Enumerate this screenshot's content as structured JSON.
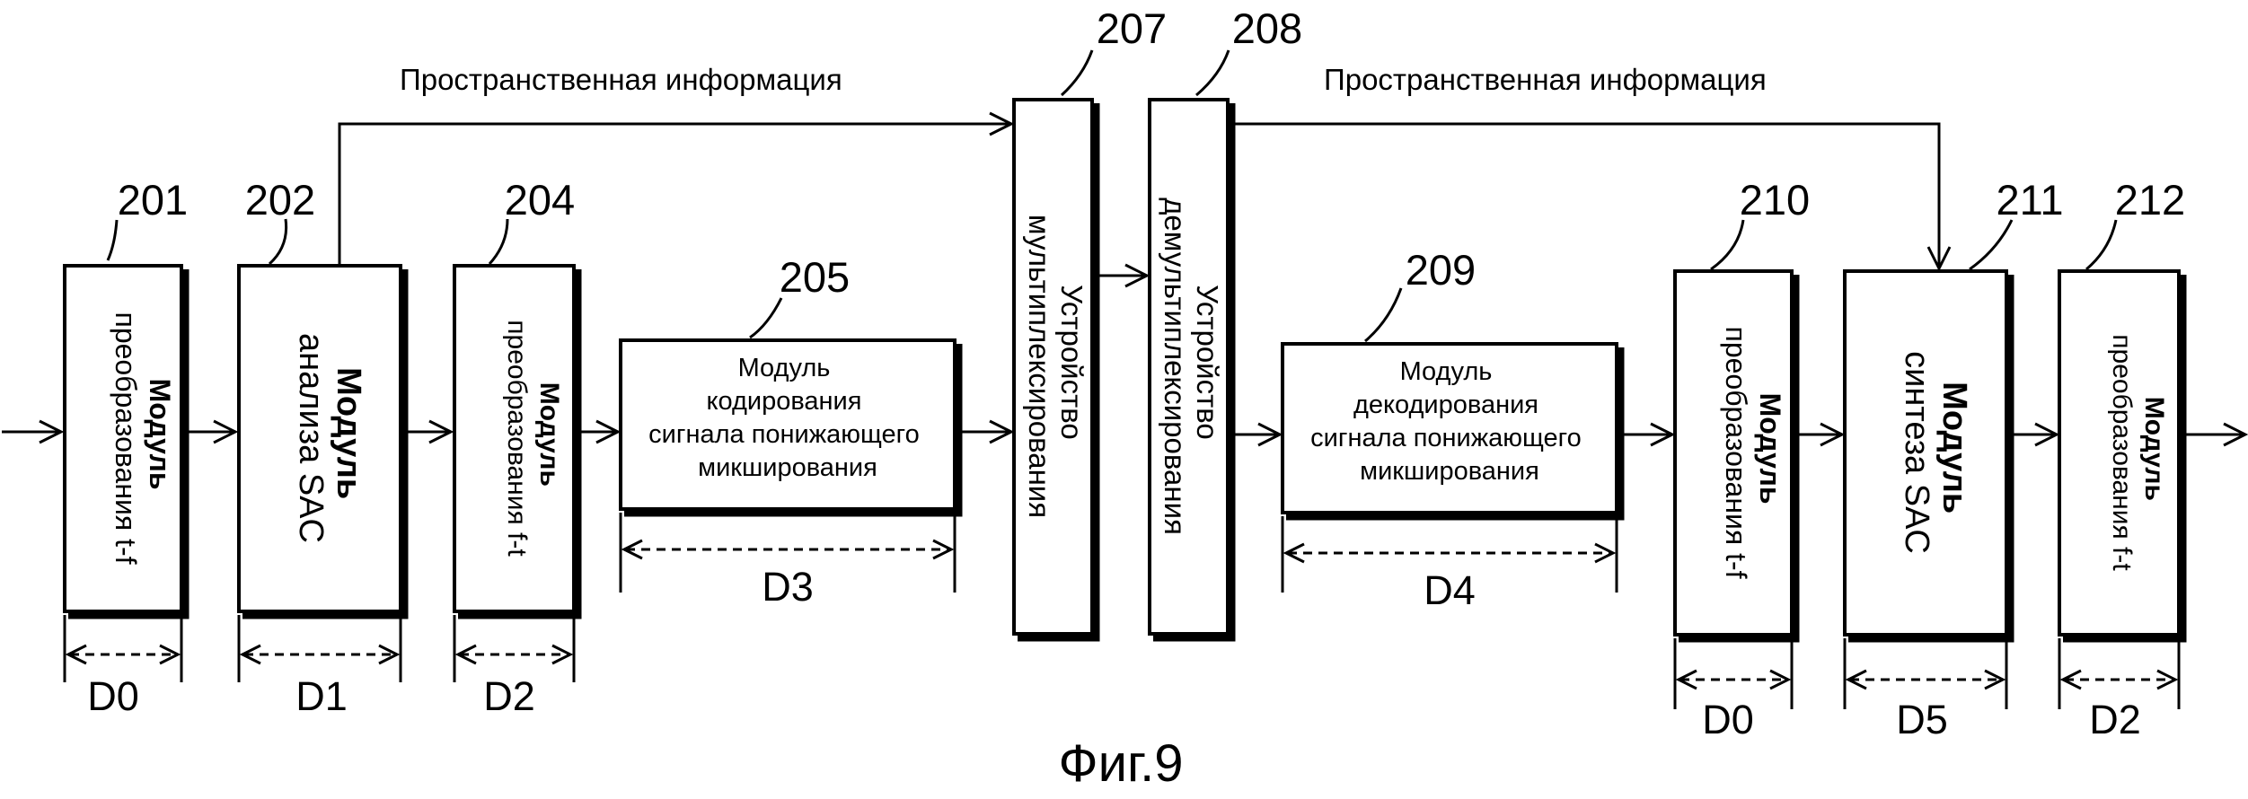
{
  "figure_caption": "Фиг.9",
  "spatial_info_label_left": "Пространственная информация",
  "spatial_info_label_right": "Пространственная информация",
  "blocks": {
    "b201": {
      "ref": "201",
      "lines": [
        "Модуль",
        "преобразования t-f"
      ]
    },
    "b202": {
      "ref": "202",
      "lines": [
        "Модуль",
        "анализа SAC"
      ]
    },
    "b204": {
      "ref": "204",
      "lines": [
        "Модуль",
        "преобразования f-t"
      ]
    },
    "b205": {
      "ref": "205",
      "lines": [
        "Модуль",
        "кодирования",
        "сигнала понижающего",
        "микширования"
      ]
    },
    "b207": {
      "ref": "207",
      "lines": [
        "Устройство",
        "мультиплексирования"
      ]
    },
    "b208": {
      "ref": "208",
      "lines": [
        "Устройство",
        "демультиплексирования"
      ]
    },
    "b209": {
      "ref": "209",
      "lines": [
        "Модуль",
        "декодирования",
        "сигнала понижающего",
        "микширования"
      ]
    },
    "b210": {
      "ref": "210",
      "lines": [
        "Модуль",
        "преобразования t-f"
      ]
    },
    "b211": {
      "ref": "211",
      "lines": [
        "Модуль",
        "синтеза SAC"
      ]
    },
    "b212": {
      "ref": "212",
      "lines": [
        "Модуль",
        "преобразования f-t"
      ]
    }
  },
  "delays": {
    "d0a": "D0",
    "d1": "D1",
    "d2a": "D2",
    "d3": "D3",
    "d4": "D4",
    "d0b": "D0",
    "d5": "D5",
    "d2b": "D2"
  }
}
